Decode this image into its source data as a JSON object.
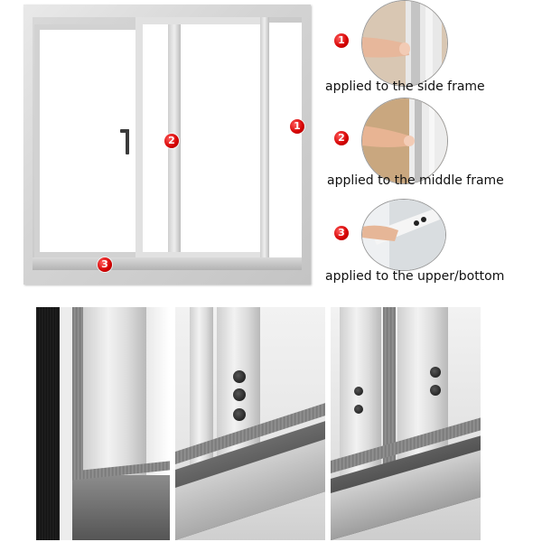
{
  "markers": {
    "side": "1",
    "middle": "2",
    "upper_bottom": "3"
  },
  "callouts": [
    {
      "number": "1",
      "caption": "applied to the side frame"
    },
    {
      "number": "2",
      "caption": "applied to the middle frame"
    },
    {
      "number": "3",
      "caption": "applied to the upper/bottom"
    }
  ],
  "colors": {
    "marker_red": "#d40000",
    "frame_gray": "#cfcfcf",
    "brush_dark": "#111111"
  }
}
